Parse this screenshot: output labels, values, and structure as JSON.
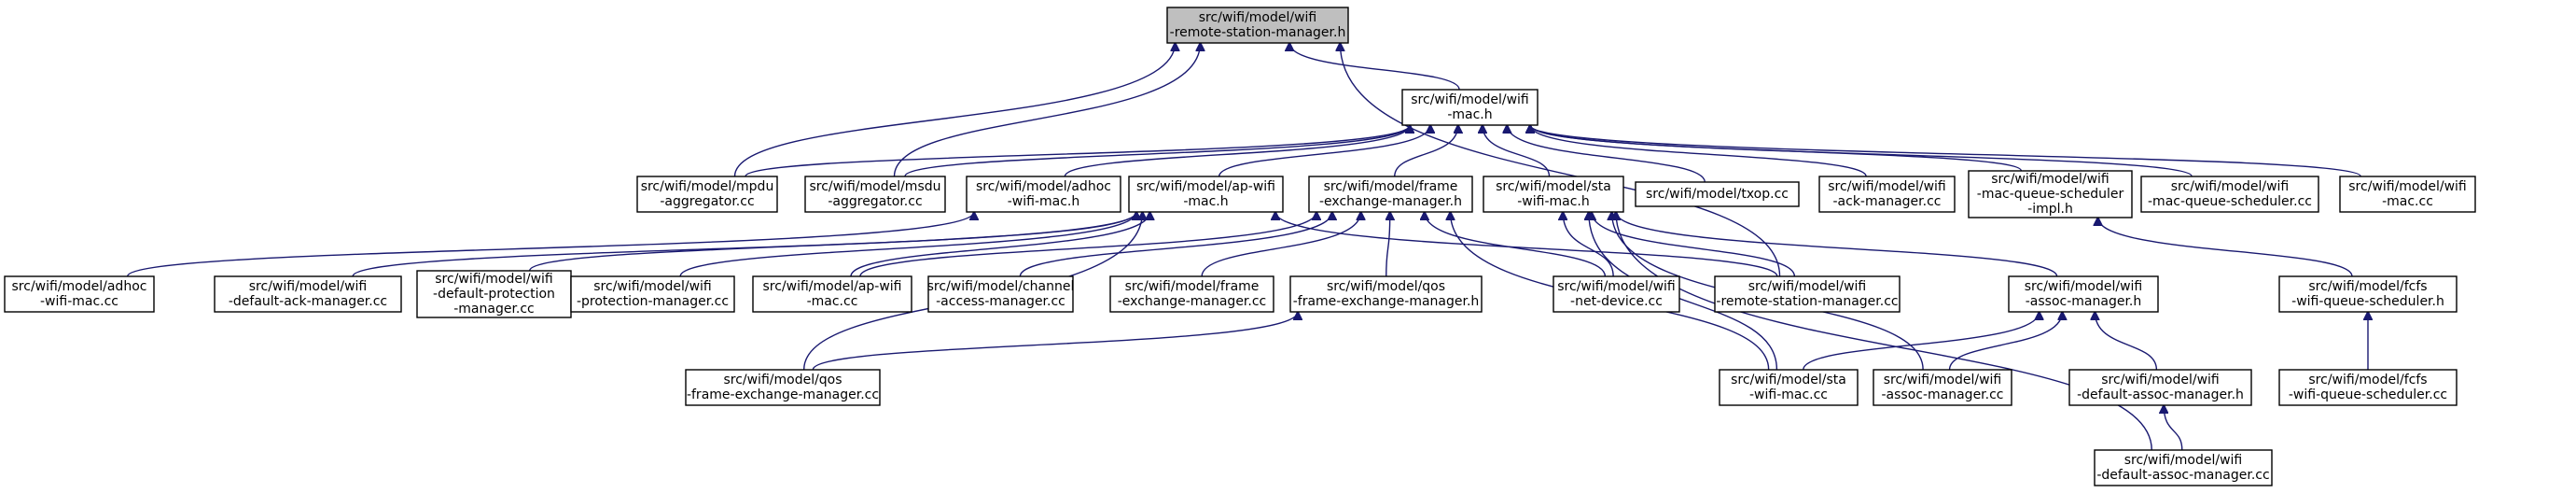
{
  "diagram": {
    "title": "",
    "nodes": [
      {
        "id": "rsm_h",
        "lines": [
          "src/wifi/model/wifi",
          "-remote-station-manager.h"
        ],
        "root": true
      },
      {
        "id": "mac_h",
        "lines": [
          "src/wifi/model/wifi",
          "-mac.h"
        ]
      },
      {
        "id": "mpdu",
        "lines": [
          "src/wifi/model/mpdu",
          "-aggregator.cc"
        ]
      },
      {
        "id": "msdu",
        "lines": [
          "src/wifi/model/msdu",
          "-aggregator.cc"
        ]
      },
      {
        "id": "adhoc_h",
        "lines": [
          "src/wifi/model/adhoc",
          "-wifi-mac.h"
        ]
      },
      {
        "id": "ap_h",
        "lines": [
          "src/wifi/model/ap-wifi",
          "-mac.h"
        ]
      },
      {
        "id": "fem_h",
        "lines": [
          "src/wifi/model/frame",
          "-exchange-manager.h"
        ]
      },
      {
        "id": "sta_h",
        "lines": [
          "src/wifi/model/sta",
          "-wifi-mac.h"
        ]
      },
      {
        "id": "txop",
        "lines": [
          "src/wifi/model/txop.cc"
        ]
      },
      {
        "id": "ackm",
        "lines": [
          "src/wifi/model/wifi",
          "-ack-manager.cc"
        ]
      },
      {
        "id": "mqs_impl",
        "lines": [
          "src/wifi/model/wifi",
          "-mac-queue-scheduler",
          "-impl.h"
        ]
      },
      {
        "id": "mqs_cc",
        "lines": [
          "src/wifi/model/wifi",
          "-mac-queue-scheduler.cc"
        ]
      },
      {
        "id": "mac_cc",
        "lines": [
          "src/wifi/model/wifi",
          "-mac.cc"
        ]
      },
      {
        "id": "adhoc_cc",
        "lines": [
          "src/wifi/model/adhoc",
          "-wifi-mac.cc"
        ]
      },
      {
        "id": "defack",
        "lines": [
          "src/wifi/model/wifi",
          "-default-ack-manager.cc"
        ]
      },
      {
        "id": "defprot",
        "lines": [
          "src/wifi/model/wifi",
          "-default-protection",
          "-manager.cc"
        ]
      },
      {
        "id": "prot",
        "lines": [
          "src/wifi/model/wifi",
          "-protection-manager.cc"
        ]
      },
      {
        "id": "ap_cc",
        "lines": [
          "src/wifi/model/ap-wifi",
          "-mac.cc"
        ]
      },
      {
        "id": "chan",
        "lines": [
          "src/wifi/model/channel",
          "-access-manager.cc"
        ]
      },
      {
        "id": "fem_cc",
        "lines": [
          "src/wifi/model/frame",
          "-exchange-manager.cc"
        ]
      },
      {
        "id": "qosfem_h",
        "lines": [
          "src/wifi/model/qos",
          "-frame-exchange-manager.h"
        ]
      },
      {
        "id": "netdev",
        "lines": [
          "src/wifi/model/wifi",
          "-net-device.cc"
        ]
      },
      {
        "id": "rsm_cc",
        "lines": [
          "src/wifi/model/wifi",
          "-remote-station-manager.cc"
        ]
      },
      {
        "id": "assoc_h",
        "lines": [
          "src/wifi/model/wifi",
          "-assoc-manager.h"
        ]
      },
      {
        "id": "fcfs_h",
        "lines": [
          "src/wifi/model/fcfs",
          "-wifi-queue-scheduler.h"
        ]
      },
      {
        "id": "qosfem_cc",
        "lines": [
          "src/wifi/model/qos",
          "-frame-exchange-manager.cc"
        ]
      },
      {
        "id": "sta_cc",
        "lines": [
          "src/wifi/model/sta",
          "-wifi-mac.cc"
        ]
      },
      {
        "id": "assoc_cc",
        "lines": [
          "src/wifi/model/wifi",
          "-assoc-manager.cc"
        ]
      },
      {
        "id": "defassoc_h",
        "lines": [
          "src/wifi/model/wifi",
          "-default-assoc-manager.h"
        ]
      },
      {
        "id": "fcfs_cc",
        "lines": [
          "src/wifi/model/fcfs",
          "-wifi-queue-scheduler.cc"
        ]
      },
      {
        "id": "defassoc_cc",
        "lines": [
          "src/wifi/model/wifi",
          "-default-assoc-manager.cc"
        ]
      }
    ],
    "edges": [
      [
        "mac_h",
        "rsm_h"
      ],
      [
        "mpdu",
        "rsm_h"
      ],
      [
        "msdu",
        "rsm_h"
      ],
      [
        "rsm_cc",
        "rsm_h"
      ],
      [
        "mpdu",
        "mac_h"
      ],
      [
        "msdu",
        "mac_h"
      ],
      [
        "adhoc_h",
        "mac_h"
      ],
      [
        "ap_h",
        "mac_h"
      ],
      [
        "fem_h",
        "mac_h"
      ],
      [
        "sta_h",
        "mac_h"
      ],
      [
        "txop",
        "mac_h"
      ],
      [
        "ackm",
        "mac_h"
      ],
      [
        "mqs_impl",
        "mac_h"
      ],
      [
        "mqs_cc",
        "mac_h"
      ],
      [
        "mac_cc",
        "mac_h"
      ],
      [
        "adhoc_cc",
        "adhoc_h"
      ],
      [
        "defack",
        "ap_h"
      ],
      [
        "defprot",
        "ap_h"
      ],
      [
        "prot",
        "ap_h"
      ],
      [
        "ap_cc",
        "ap_h"
      ],
      [
        "qosfem_cc",
        "ap_h"
      ],
      [
        "rsm_cc",
        "ap_h"
      ],
      [
        "ap_cc",
        "fem_h"
      ],
      [
        "chan",
        "fem_h"
      ],
      [
        "fem_cc",
        "fem_h"
      ],
      [
        "qosfem_h",
        "fem_h"
      ],
      [
        "netdev",
        "fem_h"
      ],
      [
        "sta_cc",
        "fem_h"
      ],
      [
        "netdev",
        "sta_h"
      ],
      [
        "rsm_cc",
        "sta_h"
      ],
      [
        "assoc_h",
        "sta_h"
      ],
      [
        "sta_cc",
        "sta_h"
      ],
      [
        "assoc_cc",
        "sta_h"
      ],
      [
        "defassoc_cc",
        "sta_h"
      ],
      [
        "fcfs_h",
        "mqs_impl"
      ],
      [
        "qosfem_cc",
        "qosfem_h"
      ],
      [
        "sta_cc",
        "assoc_h"
      ],
      [
        "assoc_cc",
        "assoc_h"
      ],
      [
        "defassoc_h",
        "assoc_h"
      ],
      [
        "fcfs_cc",
        "fcfs_h"
      ],
      [
        "defassoc_cc",
        "defassoc_h"
      ]
    ]
  }
}
